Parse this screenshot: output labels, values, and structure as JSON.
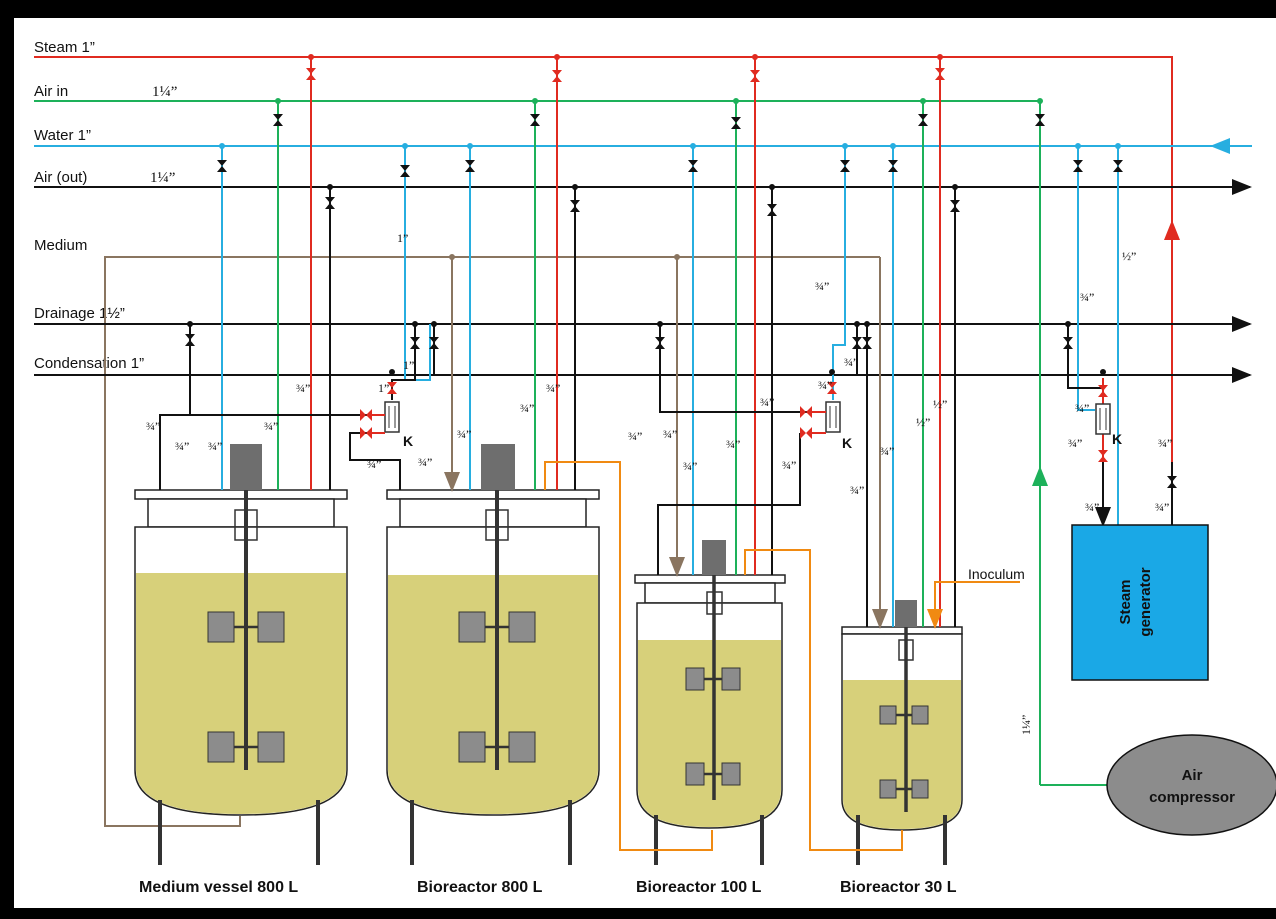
{
  "lines": {
    "steam": "Steam  1”",
    "air_in": "Air in",
    "air_in_size": "1¼”",
    "water": "Water  1”",
    "air_out": "Air (out)",
    "air_out_size": "1¼”",
    "medium": "Medium",
    "drainage": "Drainage  1½”",
    "condensation": "Condensation  1”"
  },
  "vessels": {
    "medium_vessel": "Medium vessel 800 L",
    "bioreactor_800": "Bioreactor 800 L",
    "bioreactor_100": "Bioreactor 100 L",
    "bioreactor_30": "Bioreactor 30 L"
  },
  "equipment": {
    "steam_generator": [
      "Steam",
      "generator"
    ],
    "air_compressor": [
      "Air",
      "compressor"
    ],
    "trap_label": "K",
    "inoculum": "Inoculum"
  },
  "sizes": {
    "one_inch": "1”",
    "half": "½”",
    "three_quarter": "¾”",
    "one_quarter_inch": "1¼”"
  },
  "colors": {
    "steam": "#e02b20",
    "air_in": "#1db15a",
    "water": "#27aee0",
    "air_out": "#111111",
    "medium": "#8a7560",
    "inoculum": "#f08a12",
    "liquid": "#d7d07a",
    "steam_generator": "#1aa8e6",
    "compressor": "#8c8c8c"
  }
}
